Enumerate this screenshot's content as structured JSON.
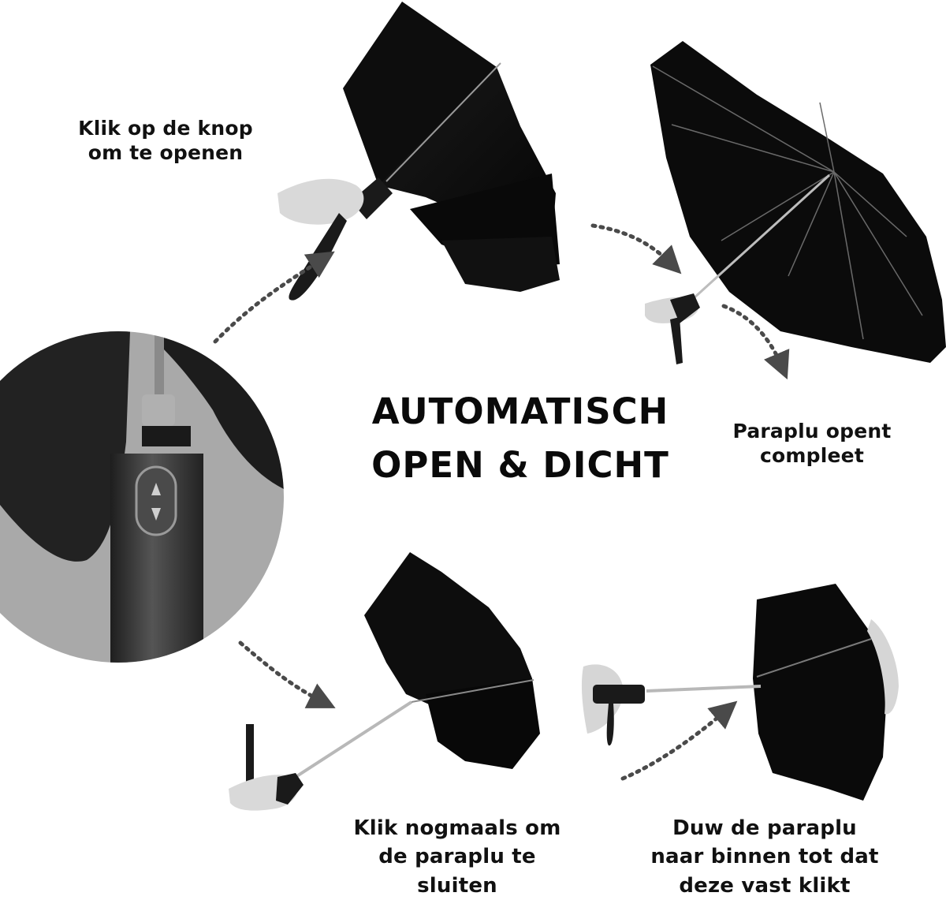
{
  "title": {
    "line1": "AUTOMATISCH",
    "line2": "OPEN & DICHT"
  },
  "steps": [
    {
      "id": "step-open-button",
      "lines": [
        "Klik op de knop",
        "om te openen"
      ]
    },
    {
      "id": "step-fully-open",
      "lines": [
        "Paraplu opent",
        "compleet"
      ]
    },
    {
      "id": "step-close-button",
      "lines": [
        "Klik nogmaals om",
        "de paraplu te",
        "sluiten"
      ]
    },
    {
      "id": "step-push-closed",
      "lines": [
        "Duw de paraplu",
        "naar binnen tot dat",
        "deze vast klikt"
      ]
    }
  ],
  "illustrations": {
    "closeup": "handle-button-closeup",
    "button_glyphs": [
      "up-triangle",
      "down-triangle"
    ]
  },
  "colors": {
    "background": "#ffffff",
    "text": "#111111",
    "canopy": "#0d0d0d",
    "arrow": "#4a4a4a",
    "circle_bg": "#a9a9a9",
    "handle": "#3a3a3a"
  }
}
